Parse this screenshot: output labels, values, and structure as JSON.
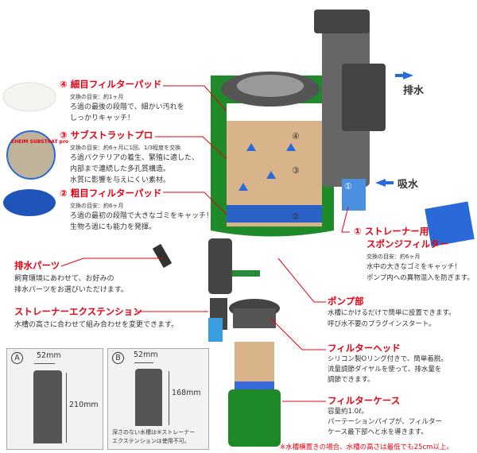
{
  "outlet_label": "排水",
  "inlet_label": "吸水",
  "media": [
    {
      "num": "④",
      "title": "細目フィルターパッド",
      "interval": "交換の目安：約1ヶ月",
      "desc": [
        "ろ過の最後の段階で、細かい汚れを",
        "しっかりキャッチ！"
      ]
    },
    {
      "num": "③",
      "title": "サブストラットプロ",
      "interval": "交換の目安：約6ヶ月に1回、1/3程度を交換",
      "desc": [
        "ろ過バクテリアの着生、繁殖に適した、",
        "内部まで連続した多孔質構造。",
        "水質に影響を与えにくい素材。"
      ],
      "logo": "EHEIM SUBSTRAT pro"
    },
    {
      "num": "②",
      "title": "粗目フィルターパッド",
      "interval": "交換の目安：約6ヶ月",
      "desc": [
        "ろ過の最初の段階で大きなゴミをキャッチ！",
        "生物ろ過にも能力を発揮。"
      ]
    }
  ],
  "strainer": {
    "num": "①",
    "title": [
      "ストレーナー用",
      "スポンジフィルター"
    ],
    "interval": "交換の目安：約6ヶ月",
    "desc": [
      "水中の大きなゴミをキャッチ！",
      "ポンプ内への異物混入を防ぎます。"
    ]
  },
  "outlet_parts": {
    "title": "排水パーツ",
    "desc": [
      "飼育環境にあわせて、お好みの",
      "排水パーツをお選びいただけます。"
    ]
  },
  "extension": {
    "title": "ストレーナーエクステンション",
    "desc": [
      "水槽の高さに合わせて組み合わせを変更できます。"
    ]
  },
  "pump": {
    "title": "ポンプ部",
    "desc": [
      "水槽にかけるだけで簡単に設置できます。",
      "呼び水不要のプラグインスタート。"
    ]
  },
  "head": {
    "title": "フィルターヘッド",
    "desc": [
      "シリコン製Oリング付きで、簡単着脱。",
      "流量調節ダイヤルを使って、排水量を",
      "調節できます。"
    ]
  },
  "case": {
    "title": "フィルターケース",
    "desc": [
      "容量約1.0ℓ。",
      "パーテーションパイプが、フィルター",
      "ケース最下部へと水を導きます。"
    ]
  },
  "config_a": {
    "letter": "A",
    "width": "52mm",
    "height": "210mm"
  },
  "config_b": {
    "letter": "B",
    "width": "52mm",
    "height": "168mm",
    "note": [
      "深さのない水槽は⑨ストレーナー",
      "エクステンションは使用不可。"
    ]
  },
  "footnote": "※水槽横置きの場合、水槽の高さは最低でも25cm以上。",
  "cutaway_numbers": [
    "④",
    "③",
    "②",
    "①"
  ]
}
